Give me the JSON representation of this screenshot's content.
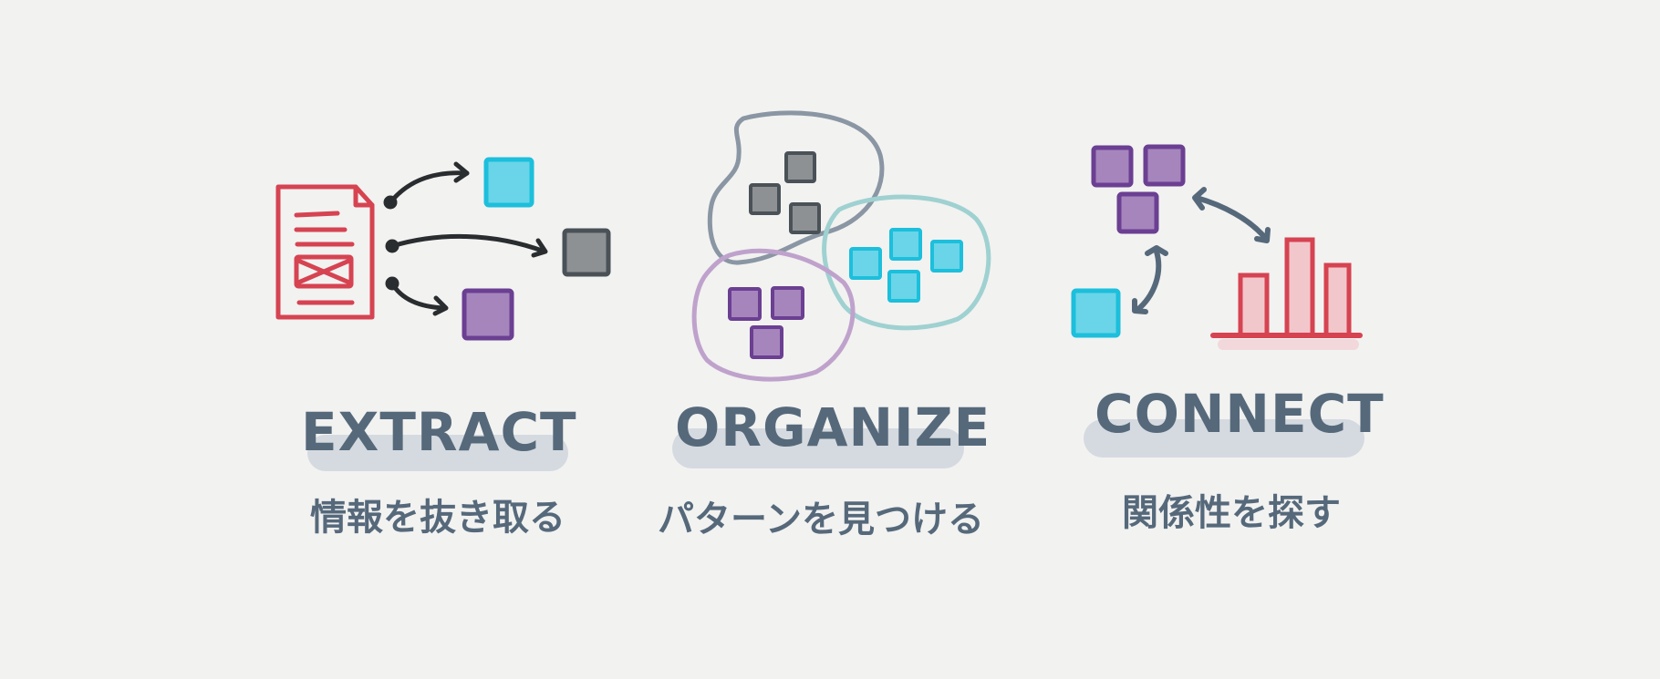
{
  "colors": {
    "background": "#f2f2f1",
    "text": "#56697b",
    "highlight": "#d3d8de",
    "red": "#d64351",
    "red_fill": "#f2c7cb",
    "cyan_border": "#1cbfdc",
    "cyan_fill": "#6ad5e8",
    "gray_border": "#4a5258",
    "gray_fill": "#8e9194",
    "purple_border": "#6b3f92",
    "purple_fill": "#a685bd",
    "arrow_dark": "#2a2d2f",
    "arrow_slate": "#56697b",
    "cluster_gray": "#8a96a3",
    "cluster_teal": "#9fd1d1",
    "cluster_purple": "#bfa2cc"
  },
  "sections": [
    {
      "id": "extract",
      "title": "EXTRACT",
      "subtitle": "情報を抜き取る",
      "icons": [
        "document-icon",
        "arrow-icon",
        "cyan-block-icon",
        "gray-block-icon",
        "purple-block-icon"
      ]
    },
    {
      "id": "organize",
      "title": "ORGANIZE",
      "subtitle": "パターンを見つける",
      "icons": [
        "gray-cluster-icon",
        "teal-cluster-icon",
        "purple-cluster-icon"
      ]
    },
    {
      "id": "connect",
      "title": "CONNECT",
      "subtitle": "関係性を探す",
      "icons": [
        "purple-block-icon",
        "cyan-block-icon",
        "bidirectional-arrow-icon",
        "bar-chart-icon"
      ]
    }
  ]
}
